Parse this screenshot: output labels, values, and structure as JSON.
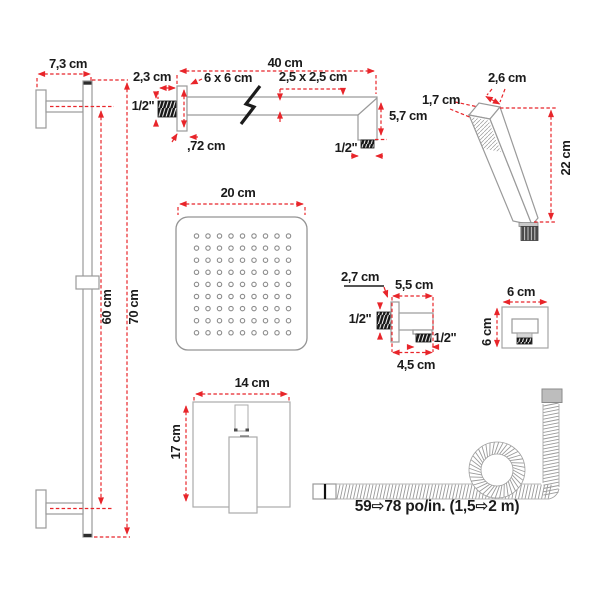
{
  "colors": {
    "dimension_red": "#e8252a",
    "outline_gray": "#9a9a9a",
    "text_black": "#1b1b1b"
  },
  "slide_bar": {
    "width": "7,3 cm",
    "bracket_span": "60 cm",
    "total_length": "70 cm"
  },
  "shower_arm": {
    "length": "40 cm",
    "thread_length": "2,3 cm",
    "thread_size_wall": "1/2\"",
    "flange_size": "6 x 6 cm",
    "flange_thickness": ",72 cm",
    "tube_section": "2,5 x 2,5 cm",
    "drop_height": "5,7 cm",
    "thread_size_outlet": "1/2\""
  },
  "hand_shower": {
    "head_width": "2,6 cm",
    "head_depth": "1,7 cm",
    "length": "22 cm"
  },
  "shower_head": {
    "width": "20 cm",
    "nozzle_rows": 9,
    "nozzle_cols": 9
  },
  "outlet_elbow": {
    "projection": "2,7 cm",
    "top_width": "5,5 cm",
    "thread_size_wall": "1/2\"",
    "thread_size_outlet": "1/2\"",
    "bottom_width": "4,5 cm"
  },
  "escutcheon": {
    "width": "6 cm",
    "height": "6 cm"
  },
  "valve_trim": {
    "width": "14 cm",
    "height": "17 cm"
  },
  "hose": {
    "length_range": "59⇨78 po/in. (1,5⇨2 m)"
  }
}
